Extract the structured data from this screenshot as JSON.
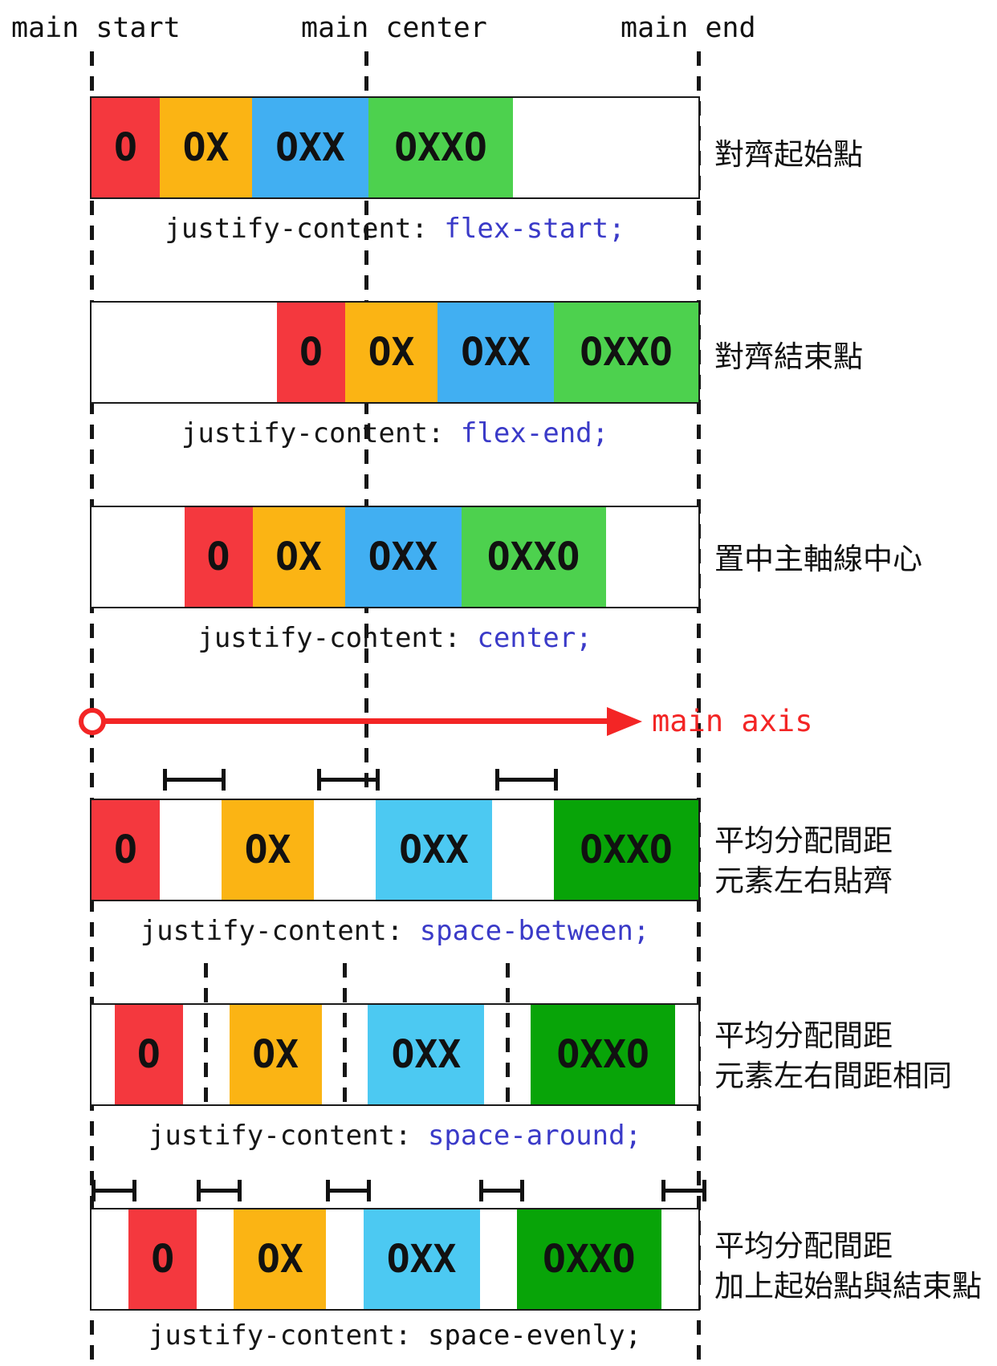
{
  "axis": {
    "start_label": "main start",
    "center_label": "main center",
    "end_label": "main end",
    "arrow_label": "main axis"
  },
  "items": [
    "O",
    "OX",
    "OXX",
    "OXXO"
  ],
  "colors": {
    "top": [
      "#F4383E",
      "#FBB414",
      "#41AFF2",
      "#4DD14E"
    ],
    "bottom": [
      "#F4383E",
      "#FBB414",
      "#4CC9F2",
      "#08A408"
    ],
    "axis_red": "#F32525",
    "code_value_blue": "#3A3AC8",
    "text_black": "#111111"
  },
  "code_property": "justify-content: ",
  "rows": [
    {
      "justify": "flex-start",
      "palette": "top",
      "value": "flex-start;",
      "value_color": "#3A3AC8",
      "label": [
        "對齊起始點"
      ]
    },
    {
      "justify": "flex-end",
      "palette": "top",
      "value": "flex-end;",
      "value_color": "#3A3AC8",
      "label": [
        "對齊結束點"
      ]
    },
    {
      "justify": "center",
      "palette": "top",
      "value": "center;",
      "value_color": "#3A3AC8",
      "label": [
        "置中主軸線中心"
      ]
    },
    {
      "justify": "space-between",
      "palette": "bottom",
      "value": "space-between;",
      "value_color": "#3A3AC8",
      "label": [
        "平均分配間距",
        "元素左右貼齊"
      ]
    },
    {
      "justify": "space-around",
      "palette": "bottom",
      "value": "space-around;",
      "value_color": "#3A3AC8",
      "label": [
        "平均分配間距",
        "元素左右間距相同"
      ]
    },
    {
      "justify": "space-evenly",
      "palette": "bottom",
      "value": "space-evenly;",
      "value_color": "#111111",
      "label": [
        "平均分配間距",
        "加上起始點與結束點"
      ]
    }
  ]
}
